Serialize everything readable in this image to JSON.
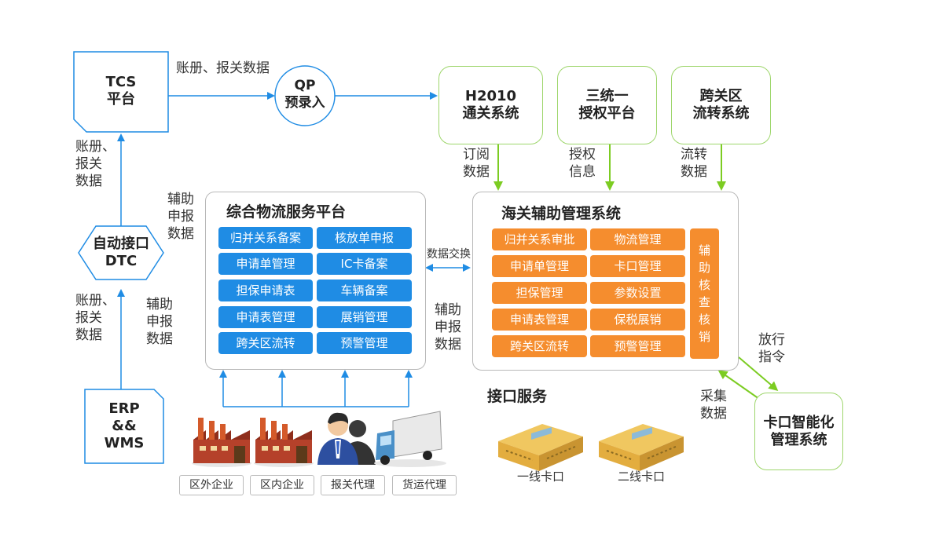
{
  "colors": {
    "blue_arrow": "#1f8ce4",
    "green_arrow": "#7ccc22",
    "cell_blue": "#1f8ce4",
    "cell_orange": "#f58d2e",
    "green_border": "#9ed66c"
  },
  "nodes": {
    "tcs": "TCS\n平台",
    "qp": "QP\n预录入",
    "h2010": "H2010\n通关系统",
    "three_unified": "三统一\n授权平台",
    "cross_zone": "跨关区\n流转系统",
    "dtc": "自动接口\nDTC",
    "erp": "ERP\n&&\nWMS",
    "gate_system": "卡口智能化\n管理系统"
  },
  "edge_labels": {
    "tcs_qp": "账册、报关数据",
    "dtc_tcs": "账册、\n报关\n数据",
    "erp_dtc": "账册、\n报关\n数据",
    "aux_declare_left": "辅助\n申报\n数据",
    "aux_declare_left2": "辅助\n申报\n数据",
    "subscribe": "订阅\n数据",
    "auth": "授权\n信息",
    "transfer": "流转\n数据",
    "data_exchange": "数据交换",
    "aux_declare_right": "辅助\n申报\n数据",
    "release": "放行\n指令",
    "collect": "采集\n数据"
  },
  "logistics_platform": {
    "title": "综合物流服务平台",
    "cells": [
      [
        "归并关系备案",
        "核放单申报"
      ],
      [
        "申请单管理",
        "IC卡备案"
      ],
      [
        "担保申请表",
        "车辆备案"
      ],
      [
        "申请表管理",
        "展销管理"
      ],
      [
        "跨关区流转",
        "预警管理"
      ]
    ]
  },
  "customs_system": {
    "title": "海关辅助管理系统",
    "cells": [
      [
        "归并关系审批",
        "物流管理"
      ],
      [
        "申请单管理",
        "卡口管理"
      ],
      [
        "担保管理",
        "参数设置"
      ],
      [
        "申请表管理",
        "保税展销"
      ],
      [
        "跨关区流转",
        "预警管理"
      ]
    ],
    "side": "辅\n助\n核\n查\n核\n销"
  },
  "enterprises": [
    "区外企业",
    "区内企业",
    "报关代理",
    "货运代理"
  ],
  "interface_service": {
    "title": "接口服务",
    "gates": [
      "一线卡口",
      "二线卡口"
    ]
  }
}
